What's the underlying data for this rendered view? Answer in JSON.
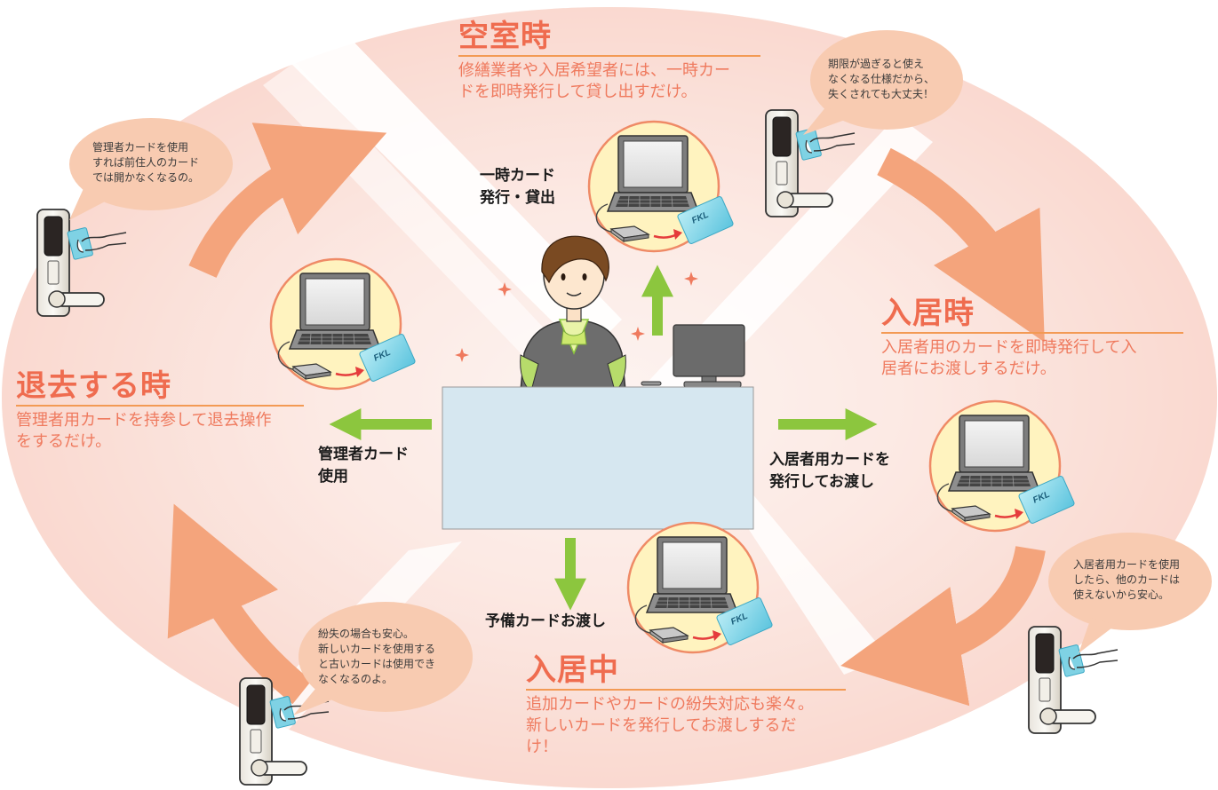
{
  "colors": {
    "ellipse": "#fadcd4",
    "title": "#ef6c4f",
    "cycle_arrow": "#f4a47c",
    "green_arrow": "#8cc63e",
    "bubble": "#f8cbb1",
    "circle_fill": "#fff3bf",
    "circle_stroke": "#ef8a66",
    "counter": "#d6e7f0",
    "card": "#7fd2e4"
  },
  "sections": {
    "vacant": {
      "title": "空室時",
      "desc": [
        "修繕業者や入居希望者には、一時カー",
        "ドを即時発行して貸し出すだけ。"
      ]
    },
    "movein": {
      "title": "入居時",
      "desc": [
        "入居者用のカードを即時発行して入",
        "居者にお渡しするだけ。"
      ]
    },
    "moveout": {
      "title": "退去する時",
      "desc": [
        "管理者用カードを持参して退去操作",
        "をするだけ。"
      ]
    },
    "residing": {
      "title": "入居中",
      "desc": [
        "追加カードやカードの紛失対応も楽々。",
        "新しいカードを発行してお渡しするだ",
        "け！"
      ]
    }
  },
  "labels": {
    "temp": [
      "一時カード",
      "発行・貸出"
    ],
    "admin": [
      "管理者カード",
      "使用"
    ],
    "resident": [
      "入居者用カードを",
      "発行してお渡し"
    ],
    "spare": "予備カードお渡し"
  },
  "bubbles": {
    "topright": [
      "期限が過ぎると使え",
      "なくなる仕様だから、",
      "失くされても大丈夫！"
    ],
    "topleft": [
      "管理者カードを使用",
      "すれば前住人のカード",
      "では開かなくなるの。"
    ],
    "right": [
      "入居者用カードを使用",
      "したら、他のカードは",
      "使えないから安心。"
    ],
    "bottomleft": [
      "紛失の場合も安心。",
      "新しいカードを使用する",
      "と古いカードは使用でき",
      "なくなるのよ。"
    ]
  },
  "card_logo": "FKL"
}
